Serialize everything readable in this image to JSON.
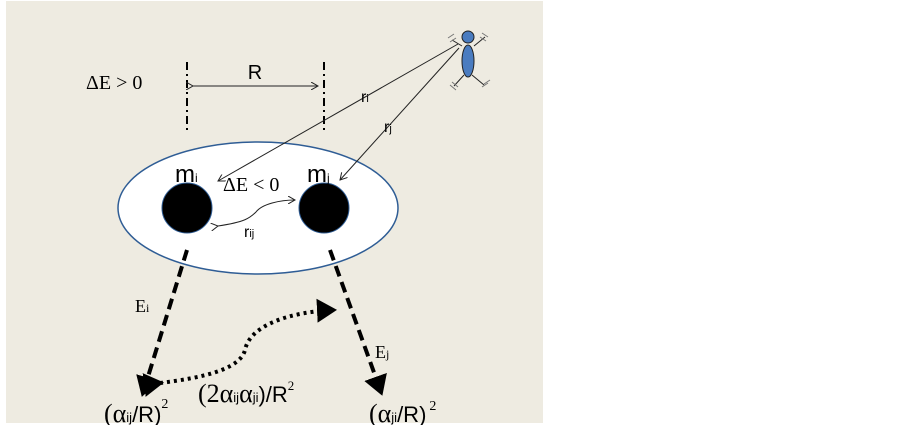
{
  "labels": {
    "delta_e_positive": "ΔE > 0",
    "delta_e_negative": "ΔE < 0",
    "distance": "R",
    "r_i": {
      "base": "r",
      "sub": "i"
    },
    "r_j": {
      "base": "r",
      "sub": "j"
    },
    "r_ij": {
      "base": "r",
      "sub": "ij"
    },
    "m_i": {
      "base": "m",
      "sub": "i"
    },
    "m_j": {
      "base": "m",
      "sub": "j"
    },
    "e_i": {
      "base": "E",
      "sub": "i"
    },
    "e_j": {
      "base": "E",
      "sub": "j"
    },
    "term_i": {
      "open": "(α",
      "sub": "ij",
      "close": "/R)",
      "sup": "2"
    },
    "term_j": {
      "open": "(α",
      "sub": "ji",
      "close": "/R)",
      "sup": "2"
    },
    "cross_term": {
      "open": "(2α",
      "sub1": "ij",
      "mid": "α",
      "sub2": "ji",
      "close": ")/R",
      "sup": "2"
    }
  },
  "colors": {
    "panel": "#eeebe1",
    "ellipse_stroke": "#2f5d95",
    "person": "#4a7cc0"
  }
}
